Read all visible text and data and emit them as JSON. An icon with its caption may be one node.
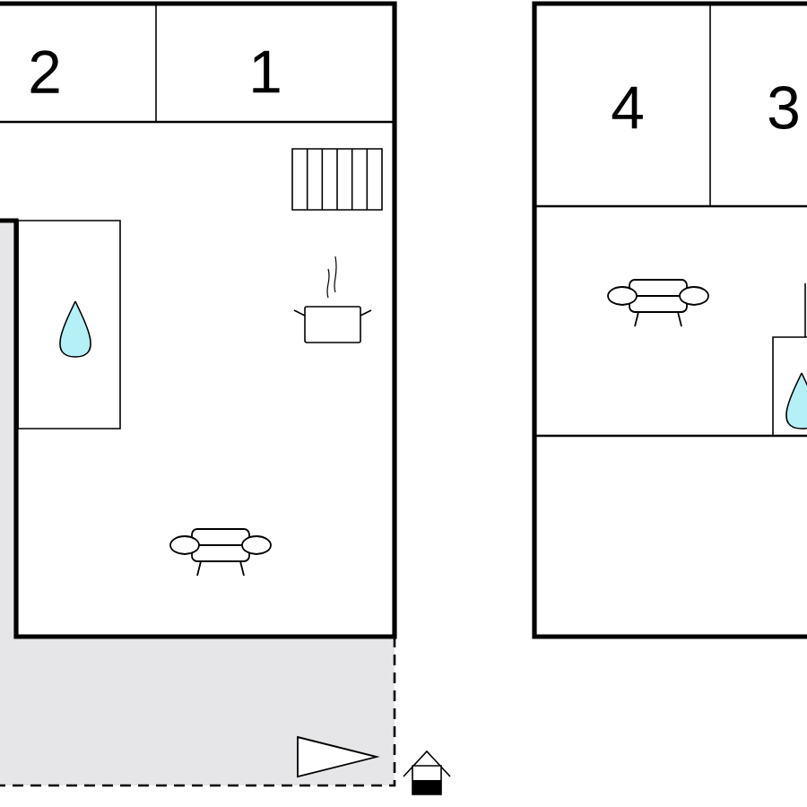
{
  "diagram": {
    "labels": [
      "2",
      "1",
      "4",
      "3"
    ]
  }
}
